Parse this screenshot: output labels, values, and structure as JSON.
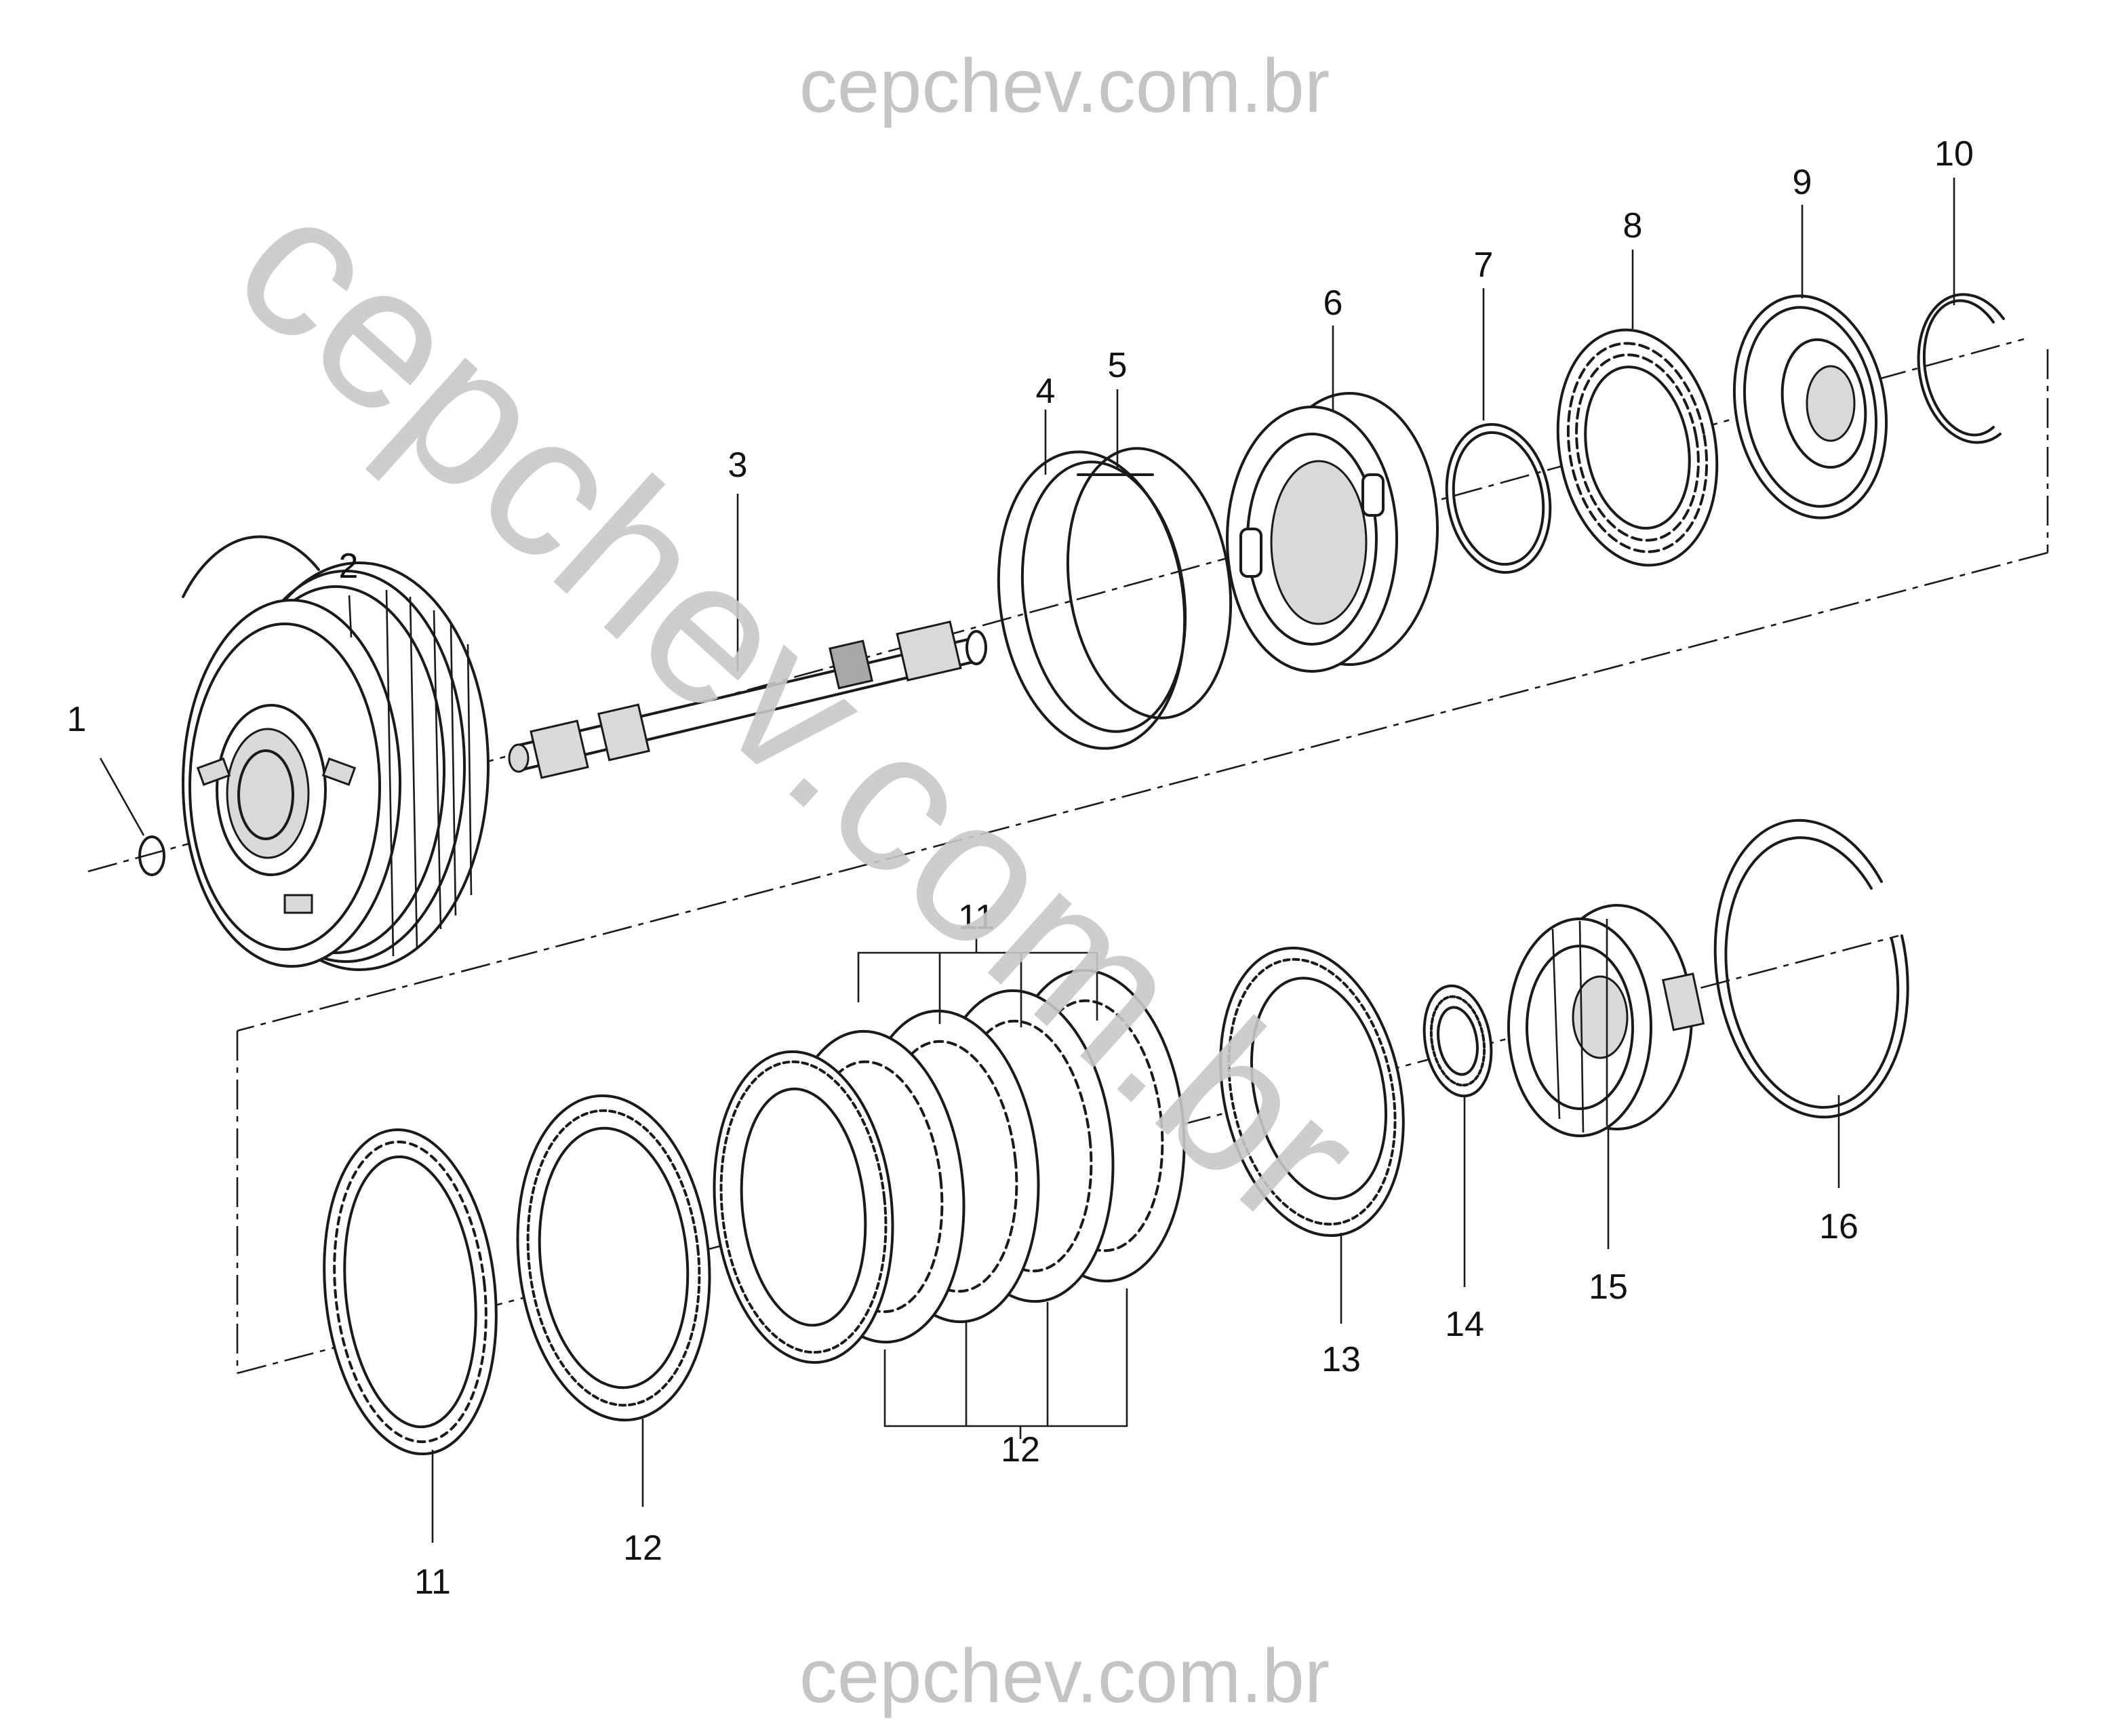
{
  "watermark": {
    "top": "cepchev.com.br",
    "bottom": "cepchev.com.br",
    "diagonal": "cepchev.com.br"
  },
  "callouts": {
    "c1": "1",
    "c2": "2",
    "c3": "3",
    "c4": "4",
    "c5": "5",
    "c6": "6",
    "c7": "7",
    "c8": "8",
    "c9": "9",
    "c10": "10",
    "c11_top": "11",
    "c11_bottom": "11",
    "c12_bottom": "12",
    "c12_group": "12",
    "c13": "13",
    "c14": "14",
    "c15": "15",
    "c16": "16"
  }
}
